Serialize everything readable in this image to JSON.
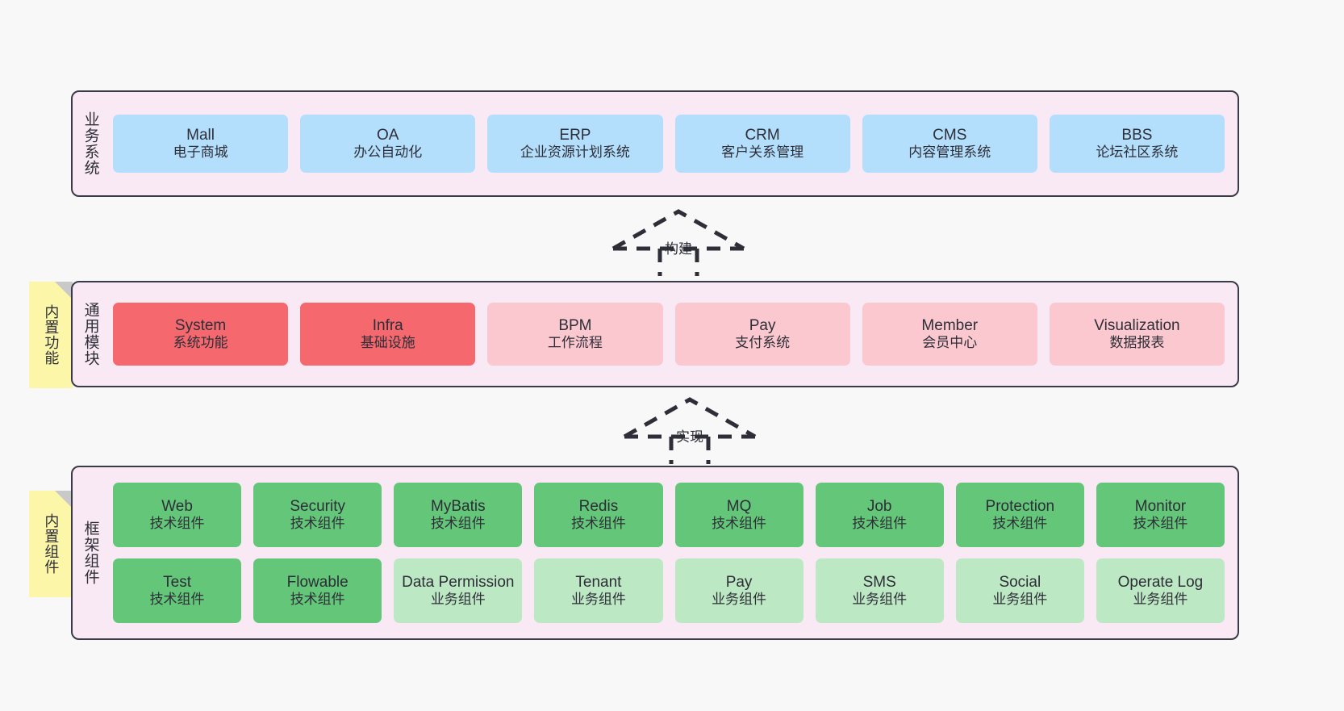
{
  "layers": [
    {
      "id": "business",
      "label": "业务系统",
      "rows": [
        {
          "nodes": [
            {
              "en": "Mall",
              "cn": "电子商城",
              "color": "blue"
            },
            {
              "en": "OA",
              "cn": "办公自动化",
              "color": "blue"
            },
            {
              "en": "ERP",
              "cn": "企业资源计划系统",
              "color": "blue"
            },
            {
              "en": "CRM",
              "cn": "客户关系管理",
              "color": "blue"
            },
            {
              "en": "CMS",
              "cn": "内容管理系统",
              "color": "blue"
            },
            {
              "en": "BBS",
              "cn": "论坛社区系统",
              "color": "blue"
            }
          ]
        }
      ]
    },
    {
      "id": "common",
      "label": "通用模块",
      "note": "内置功能",
      "rows": [
        {
          "nodes": [
            {
              "en": "System",
              "cn": "系统功能",
              "color": "red"
            },
            {
              "en": "Infra",
              "cn": "基础设施",
              "color": "red"
            },
            {
              "en": "BPM",
              "cn": "工作流程",
              "color": "pink"
            },
            {
              "en": "Pay",
              "cn": "支付系统",
              "color": "pink"
            },
            {
              "en": "Member",
              "cn": "会员中心",
              "color": "pink"
            },
            {
              "en": "Visualization",
              "cn": "数据报表",
              "color": "pink"
            }
          ]
        }
      ]
    },
    {
      "id": "frame",
      "label": "框架组件",
      "note": "内置组件",
      "rows": [
        {
          "nodes": [
            {
              "en": "Web",
              "cn": "技术组件",
              "color": "green"
            },
            {
              "en": "Security",
              "cn": "技术组件",
              "color": "green"
            },
            {
              "en": "MyBatis",
              "cn": "技术组件",
              "color": "green"
            },
            {
              "en": "Redis",
              "cn": "技术组件",
              "color": "green"
            },
            {
              "en": "MQ",
              "cn": "技术组件",
              "color": "green"
            },
            {
              "en": "Job",
              "cn": "技术组件",
              "color": "green"
            },
            {
              "en": "Protection",
              "cn": "技术组件",
              "color": "green"
            },
            {
              "en": "Monitor",
              "cn": "技术组件",
              "color": "green"
            }
          ]
        },
        {
          "nodes": [
            {
              "en": "Test",
              "cn": "技术组件",
              "color": "green"
            },
            {
              "en": "Flowable",
              "cn": "技术组件",
              "color": "green"
            },
            {
              "en": "Data Permission",
              "cn": "业务组件",
              "color": "lightgreen"
            },
            {
              "en": "Tenant",
              "cn": "业务组件",
              "color": "lightgreen"
            },
            {
              "en": "Pay",
              "cn": "业务组件",
              "color": "lightgreen"
            },
            {
              "en": "SMS",
              "cn": "业务组件",
              "color": "lightgreen"
            },
            {
              "en": "Social",
              "cn": "业务组件",
              "color": "lightgreen"
            },
            {
              "en": "Operate Log",
              "cn": "业务组件",
              "color": "lightgreen"
            }
          ]
        }
      ]
    }
  ],
  "arrows": [
    {
      "id": "build",
      "label": "构建"
    },
    {
      "id": "impl",
      "label": "实现"
    }
  ],
  "colors": {
    "background": "#f8f8f8",
    "layer_fill": "#f9e9f5",
    "layer_border": "#3b3b47",
    "blue": "#b3dffc",
    "red": "#f4686e",
    "pink": "#fbc8d0",
    "green": "#63c678",
    "lightgreen": "#bde8c4",
    "note_fill": "#fcf7a8",
    "note_fold": "#c9c9c9",
    "text": "#2e2e38"
  }
}
